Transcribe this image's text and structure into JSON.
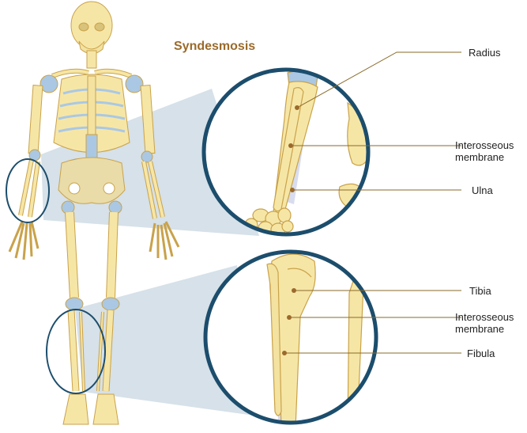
{
  "title": "Syndesmosis",
  "labels": {
    "radius": "Radius",
    "membrane_upper": "Interosseous membrane",
    "membrane_upper_line1": "Interosseous",
    "membrane_upper_line2": "membrane",
    "ulna": "Ulna",
    "tibia": "Tibia",
    "membrane_lower": "Interosseous membrane",
    "membrane_lower_line1": "Interosseous",
    "membrane_lower_line2": "membrane",
    "fibula": "Fibula"
  },
  "colors": {
    "bone": "#f6e6a6",
    "bone_outline": "#c9a24a",
    "cartilage": "#aac8e4",
    "circle_stroke": "#1c4d6c",
    "projection": "#c8d7e2",
    "membrane": "#d8dcef",
    "title": "#9b6a2b",
    "leader": "#8a6a2a"
  }
}
